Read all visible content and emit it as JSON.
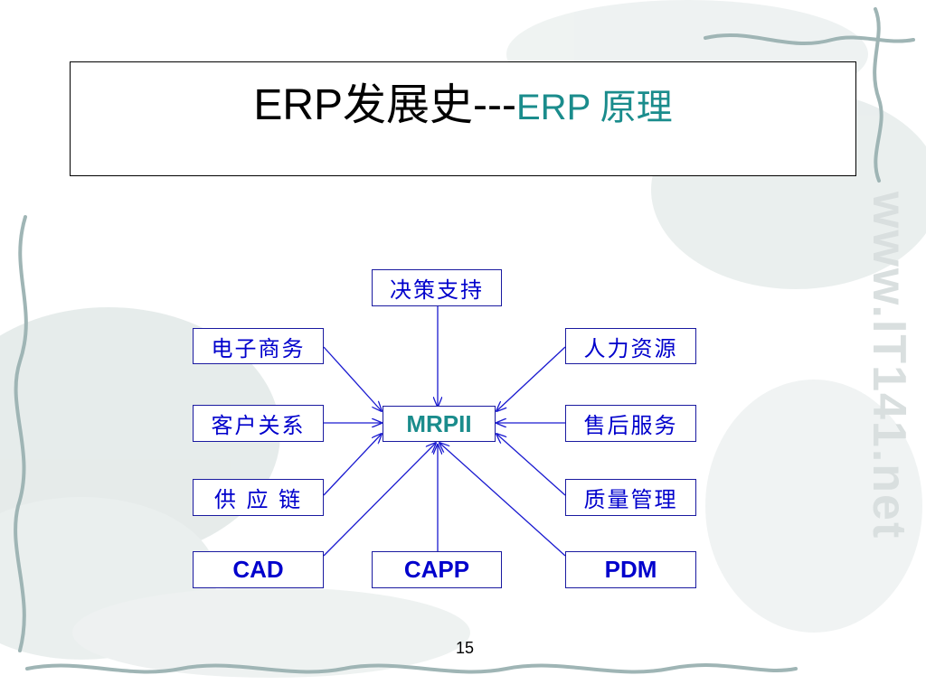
{
  "slide": {
    "title_main": "ERP发展史---",
    "title_accent": "ERP 原理",
    "watermark": "www.IT141.net",
    "page_number": "15"
  },
  "diagram": {
    "center": "MRPII",
    "top": "决策支持",
    "left": [
      "电子商务",
      "客户关系",
      "供 应 链",
      "CAD"
    ],
    "right": [
      "人力资源",
      "售后服务",
      "质量管理",
      "PDM"
    ],
    "bottom": "CAPP"
  },
  "colors": {
    "node_text": "#0000cc",
    "node_border": "#1a1aa0",
    "arrow": "#1a1ad0",
    "accent": "#1a8c8c",
    "decor": "#a9c0c0"
  }
}
